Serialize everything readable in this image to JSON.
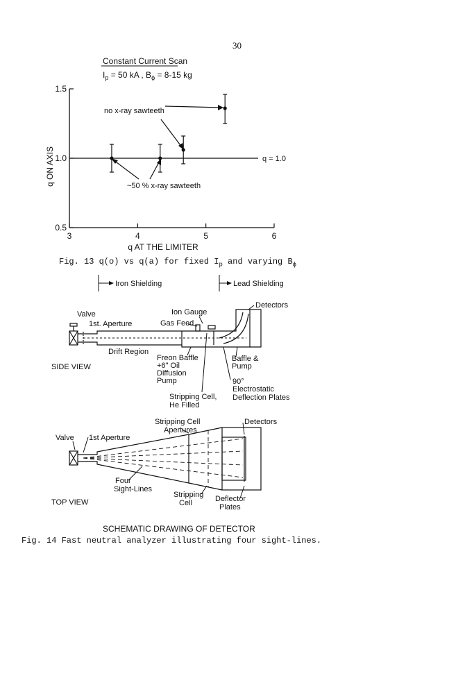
{
  "page_number": "30",
  "fig13": {
    "heading": "Constant Current Scan",
    "conditions": "I",
    "conditions_sub": "p",
    "conditions_rest": " = 50 kA , B",
    "conditions_sub2": "ϕ",
    "conditions_tail": " = 8-15 kg",
    "caption_prefix": "Fig. 13  q(o) vs q(a) for fixed I",
    "caption_sub": "p",
    "caption_mid": " and varying B",
    "caption_sub2": "ϕ"
  },
  "chart_data": {
    "type": "scatter",
    "title": "Constant Current Scan",
    "xlabel": "q  AT THE LIMITER",
    "ylabel": "q ON AXIS",
    "xlim": [
      3,
      6
    ],
    "ylim": [
      0.5,
      1.5
    ],
    "x_ticks": [
      "3",
      "4",
      "5",
      "6"
    ],
    "y_ticks": [
      "0.5",
      "1.0",
      "1.5"
    ],
    "points": [
      {
        "x": 3.62,
        "y": 1.0,
        "err_low": 0.9,
        "err_high": 1.1
      },
      {
        "x": 4.33,
        "y": 1.0,
        "err_low": 0.9,
        "err_high": 1.1
      },
      {
        "x": 4.67,
        "y": 1.06,
        "err_low": 0.96,
        "err_high": 1.16
      },
      {
        "x": 5.28,
        "y": 1.36,
        "err_low": 1.25,
        "err_high": 1.46
      }
    ],
    "reference_line": {
      "y": 1.0,
      "label": "q = 1.0"
    },
    "annotations": [
      "no x-ray sawteeth",
      "~50 % x-ray sawteeth"
    ],
    "grid": false
  },
  "fig14": {
    "iron_shielding": "Iron Shielding",
    "lead_shielding": "Lead Shielding",
    "side": {
      "view_label": "SIDE VIEW",
      "valve": "Valve",
      "first_aperture": "1st. Aperture",
      "ion_gauge": "Ion Gauge",
      "gas_feed": "Gas Feed",
      "detectors": "Detectors",
      "drift_region": "Drift Region",
      "freon_baffle": [
        "Freon Baffle",
        "+6\" Oil",
        "Diffusion",
        "Pump"
      ],
      "baffle_pump": [
        "Baffle &",
        "Pump"
      ],
      "deflection": [
        "90°",
        "Electrostatic",
        "Deflection Plates"
      ],
      "stripping_cell": [
        "Stripping Cell,",
        "He Filled"
      ]
    },
    "top": {
      "view_label": "TOP VIEW",
      "valve": "Valve",
      "first_aperture": "1st Aperture",
      "stripping_apertures": [
        "Stripping Cell",
        "Apertures"
      ],
      "detectors": "Detectors",
      "four_sight_lines": [
        "Four",
        "Sight-Lines"
      ],
      "stripping_cell": [
        "Stripping",
        "Cell"
      ],
      "deflector_plates": [
        "Deflector",
        "Plates"
      ]
    },
    "schematic_title": "SCHEMATIC DRAWING OF DETECTOR",
    "caption": "Fig. 14  Fast neutral analyzer illustrating four sight-lines."
  }
}
